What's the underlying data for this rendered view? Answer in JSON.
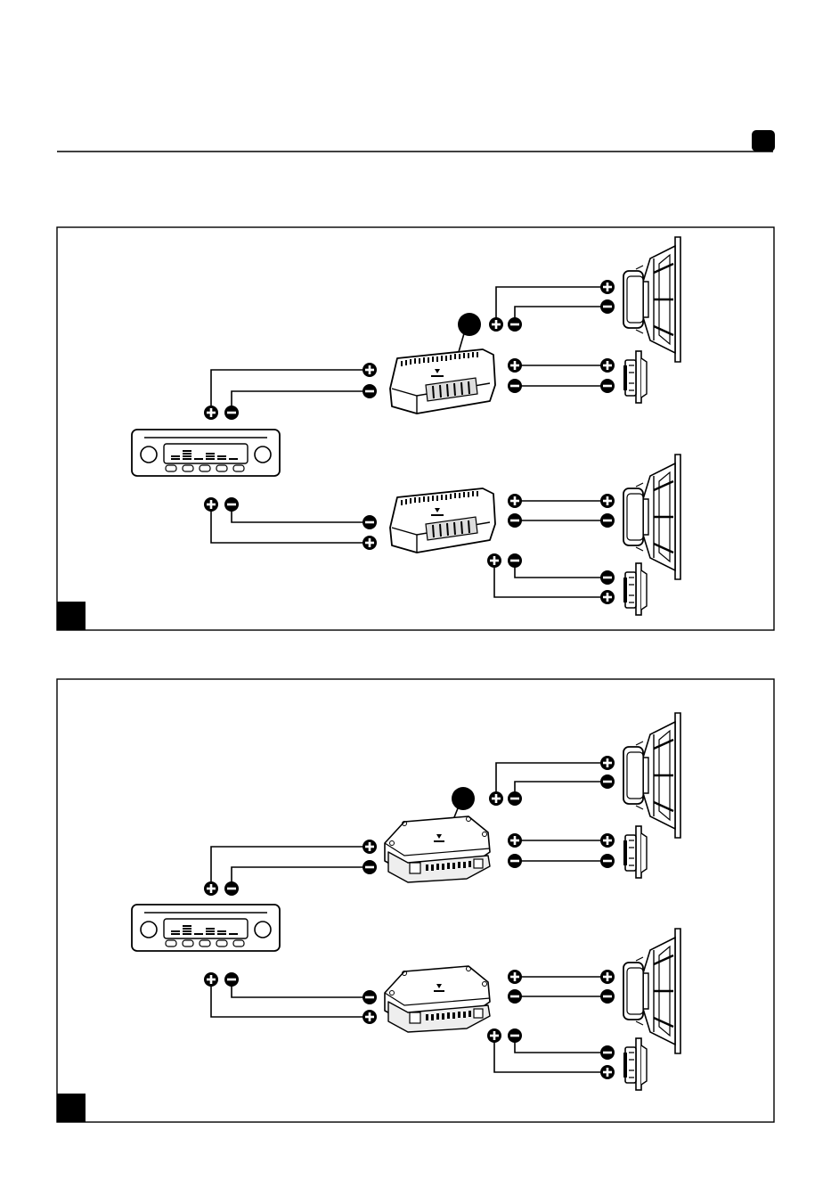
{
  "page": {
    "header_badge": "",
    "footer_text": ""
  },
  "panels": [
    {
      "id": "panel-a",
      "corner_label": "",
      "callout_label": "",
      "crossover_style": "passive-box"
    },
    {
      "id": "panel-b",
      "corner_label": "",
      "callout_label": "",
      "crossover_style": "board"
    }
  ],
  "terminals": {
    "positive": "+",
    "negative": "−"
  },
  "colors": {
    "ink": "#000000",
    "paper": "#ffffff",
    "device_fill": "#e9e9e9"
  },
  "icons": [
    "head-unit-icon",
    "crossover-icon",
    "woofer-icon",
    "tweeter-icon",
    "plus-terminal-icon",
    "minus-terminal-icon"
  ]
}
